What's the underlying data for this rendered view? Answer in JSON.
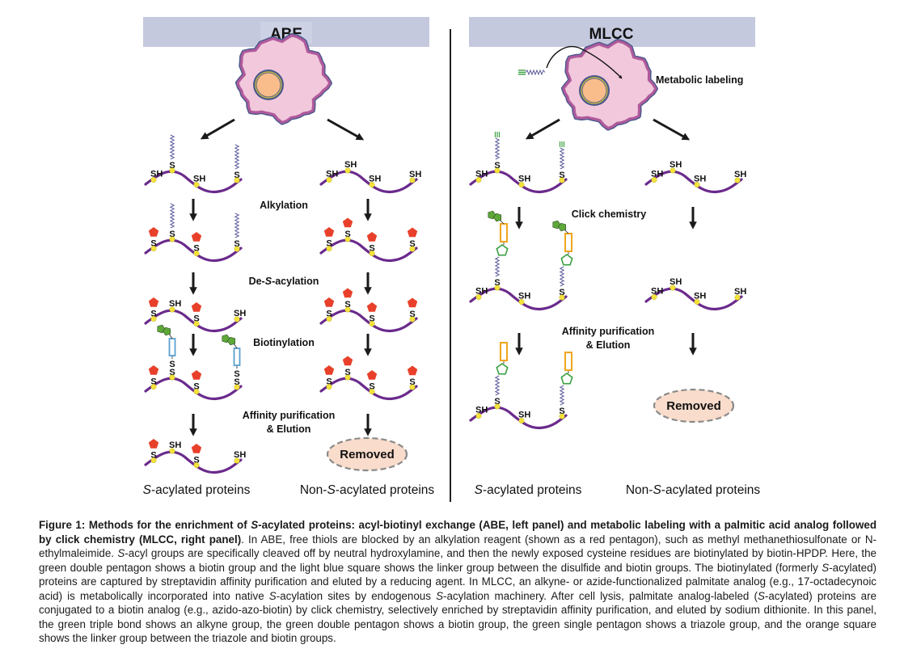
{
  "figure": {
    "colors": {
      "header_bg": "#c5c9de",
      "chain": "#6a2a8c",
      "site_dot": "#f2e23a",
      "alkyl_pentagon": "#e8402a",
      "biotin": "#5ea83a",
      "abe_linker": "#5aa0d0",
      "mlcc_linker": "#f0a51e",
      "triazole": "#3aa040",
      "acyl_chain": "#5b5a9c",
      "alkyne": "#3aa040",
      "cell_fill": "#f2c8dc",
      "cell_outline": "#b05a9c",
      "nucleus": "#f9bd8c",
      "removed_fill": "#f9dccb",
      "removed_stroke": "#8a8a8a"
    },
    "panels": [
      {
        "id": "abe",
        "title": "ABE",
        "steps": [
          "Alkylation",
          "De-S-acylation",
          "Biotinylation",
          "Affinity purification",
          "& Elution"
        ],
        "removed_label": "Removed",
        "outcome_left": {
          "italic": "S",
          "rest": "-acylated proteins"
        },
        "outcome_right": {
          "pre": "Non-",
          "italic": "S",
          "rest": "-acylated proteins"
        },
        "rows_left": [
          [
            "SH",
            "S-acyl",
            "SH",
            "S-acyl"
          ],
          [
            "S-alkyl",
            "S-acyl",
            "S-alkyl",
            "S-acyl"
          ],
          [
            "S-alkyl",
            "SH",
            "S-alkyl",
            "SH"
          ],
          [
            "S-alkyl",
            "S-S-biotin",
            "S-alkyl",
            "S-S-biotin"
          ],
          [
            "S-alkyl",
            "SH",
            "S-alkyl",
            "SH"
          ]
        ],
        "rows_right": [
          [
            "SH",
            "SH",
            "SH",
            "SH"
          ],
          [
            "S-alkyl",
            "S-alkyl",
            "S-alkyl",
            "S-alkyl"
          ],
          [
            "S-alkyl",
            "S-alkyl",
            "S-alkyl",
            "S-alkyl"
          ],
          [
            "S-alkyl",
            "S-alkyl",
            "S-alkyl",
            "S-alkyl"
          ]
        ]
      },
      {
        "id": "mlcc",
        "title": "MLCC",
        "metabolic_label": "Metabolic labeling",
        "steps": [
          "Click chemistry",
          "Affinity purification",
          "& Elution"
        ],
        "removed_label": "Removed",
        "outcome_left": {
          "italic": "S",
          "rest": "-acylated proteins"
        },
        "outcome_right": {
          "pre": "Non-",
          "italic": "S",
          "rest": "-acylated proteins"
        },
        "rows_left": [
          [
            "SH",
            "S-alkyne",
            "SH",
            "S-alkyne"
          ],
          [
            "SH",
            "S-clicked-biotin",
            "SH",
            "S-clicked-biotin"
          ],
          [
            "SH",
            "S-clicked-eluted",
            "SH",
            "S-clicked-eluted"
          ]
        ],
        "rows_right": [
          [
            "SH",
            "SH",
            "SH",
            "SH"
          ],
          [
            "SH",
            "SH",
            "SH",
            "SH"
          ]
        ]
      }
    ],
    "site_labels": {
      "thiol": "SH",
      "sulfur": "S"
    }
  },
  "caption": {
    "bold_parts": [
      "Figure 1: Methods for the enrichment of ",
      "S",
      "-acylated proteins: acyl-biotinyl exchange (ABE, left panel) and metabolic labeling with a palmitic acid analog followed by click chemistry (MLCC, right panel)"
    ],
    "body_segments": [
      {
        "t": ". In ABE, free thiols are blocked by an alkylation reagent (shown as a red pentagon), such as methyl methanethiosulfonate or N-ethylmaleimide. "
      },
      {
        "t": "S",
        "i": true
      },
      {
        "t": "-acyl groups are specifically cleaved off by neutral hydroxylamine, and then the newly exposed cysteine residues are biotinylated by biotin-HPDP. Here, the green double pentagon shows a biotin group and the light blue square shows the linker group between the disulfide and biotin groups. The biotinylated (formerly "
      },
      {
        "t": "S",
        "i": true
      },
      {
        "t": "-acylated) proteins are captured by streptavidin affinity purification and eluted by a reducing agent. In MLCC, an alkyne- or azide-functionalized palmitate analog (e.g., 17-octadecynoic acid) is metabolically incorporated into native "
      },
      {
        "t": "S",
        "i": true
      },
      {
        "t": "-acylation sites by endogenous "
      },
      {
        "t": "S",
        "i": true
      },
      {
        "t": "-acylation machinery. After cell lysis, palmitate analog-labeled ("
      },
      {
        "t": "S",
        "i": true
      },
      {
        "t": "-acylated) proteins are conjugated to a biotin analog (e.g., azido-azo-biotin) by click chemistry, selectively enriched by streptavidin affinity purification, and eluted by sodium dithionite. In this panel, the green triple bond shows an alkyne group, the green double pentagon shows a biotin group, the green single pentagon shows a triazole group, and the orange square shows the linker group between the triazole and biotin groups."
      }
    ]
  }
}
